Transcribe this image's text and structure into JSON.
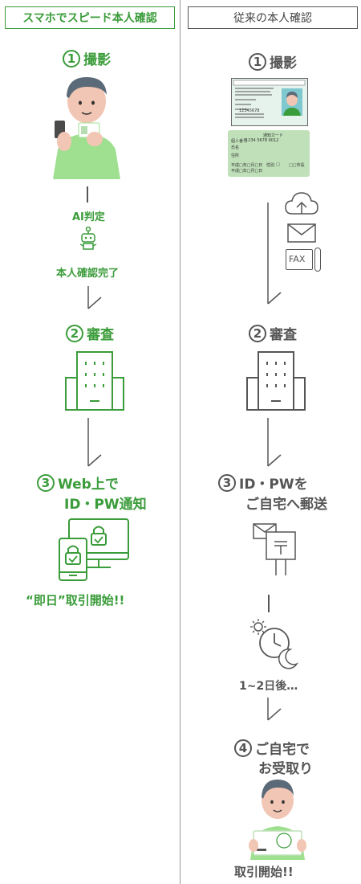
{
  "left": {
    "header": "スマホでスピード本人確認",
    "step1": {
      "num": "1",
      "label": "撮影"
    },
    "ai_check": "AI判定",
    "verify_done": "本人確認完了",
    "step2": {
      "num": "2",
      "label": "審査"
    },
    "step3": {
      "num": "3",
      "line1": "Web上で",
      "line2": "ID・PW通知"
    },
    "result": "“即日”取引開始!!"
  },
  "right": {
    "header": "従来の本人確認",
    "step1": {
      "num": "1",
      "label": "撮影"
    },
    "id_card": {
      "number": "12345678",
      "note": "通知カード",
      "card_number_label": "個人番号",
      "card_number": "1234 5678 9012",
      "name_label": "氏名",
      "address_label": "住所",
      "issue1": "平成□年□月□日",
      "issue2": "平成□年□月□日",
      "sex_label": "性別",
      "sex": "□",
      "dept": "□□市長"
    },
    "fax_label": "FAX",
    "step2": {
      "num": "2",
      "label": "審査"
    },
    "step3": {
      "num": "3",
      "line1": "ID・PWを",
      "line2": "ご自宅へ郵送"
    },
    "wait": "1~2日後…",
    "step4": {
      "num": "4",
      "line1": "ご自宅で",
      "line2": "お受取り"
    },
    "result": "取引開始!!"
  },
  "colors": {
    "accent": "#3a9c3a",
    "neutral": "#555555",
    "divider": "#9a9a9a"
  }
}
